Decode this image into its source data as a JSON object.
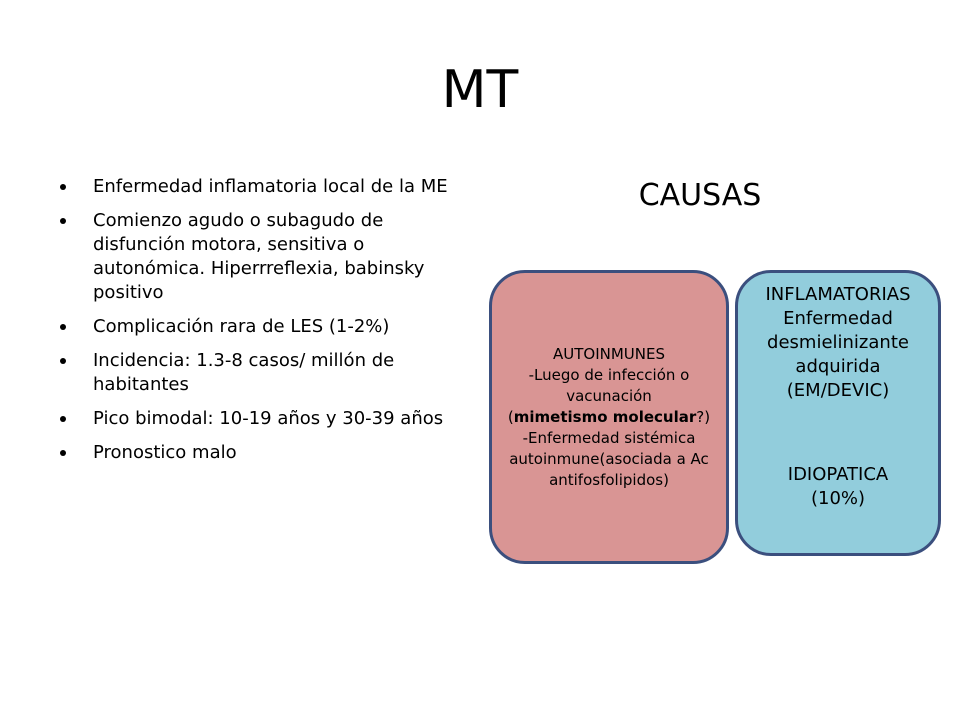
{
  "slide": {
    "title": "MT",
    "bullets": [
      "Enfermedad inflamatoria local de la ME",
      "Comienzo agudo o subagudo de disfunción motora, sensitiva o autonómica. Hiperrreflexia, babinsky positivo",
      "Complicación rara de LES (1-2%)",
      "Incidencia:  1.3-8 casos/ millón de habitantes",
      "Pico bimodal: 10-19 años y 30-39 años",
      "Pronostico malo"
    ],
    "causas_heading": "CAUSAS",
    "autoinmunes_box": {
      "heading": "AUTOINMUNES",
      "line1": "-Luego de infección o vacunación",
      "paren_open": "(",
      "bold_text": "mimetismo molecular",
      "paren_close": "?)",
      "line3": "-Enfermedad  sistémica autoinmune(asociada a Ac antifosfolipidos)",
      "fill_color": "#d99594"
    },
    "inflamatorias_box": {
      "heading": "INFLAMATORIAS",
      "text": "Enfermedad desmielinizante adquirida",
      "subtext": "(EM/DEVIC)",
      "idiopatica_label": "IDIOPATICA",
      "idiopatica_pct": "(10%)",
      "fill_color": "#92cddc"
    },
    "border_color": "#3b4f7e"
  }
}
